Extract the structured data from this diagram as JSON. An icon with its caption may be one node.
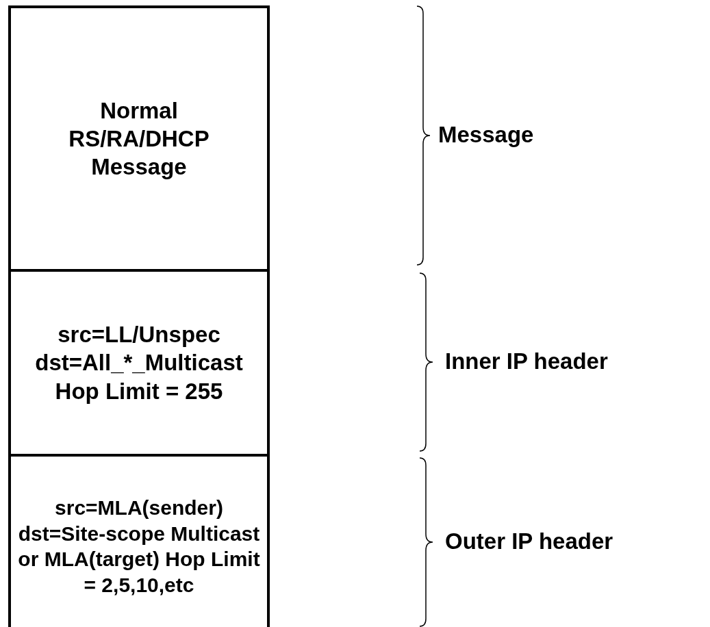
{
  "diagram": {
    "nodes": [
      {
        "text": [
          "Normal RS/RA/DHCP Message"
        ]
      },
      {
        "text": [
          "src=LL/Unspec dst=All_*_Multicast Hop Limit = 255"
        ]
      },
      {
        "text": [
          "src=MLA(sender) dst=Site-scope Multicast or MLA(target) Hop Limit = 2,5,10,etc"
        ]
      }
    ],
    "labels": [
      "Message",
      "Inner IP header",
      "Outer IP header"
    ]
  }
}
